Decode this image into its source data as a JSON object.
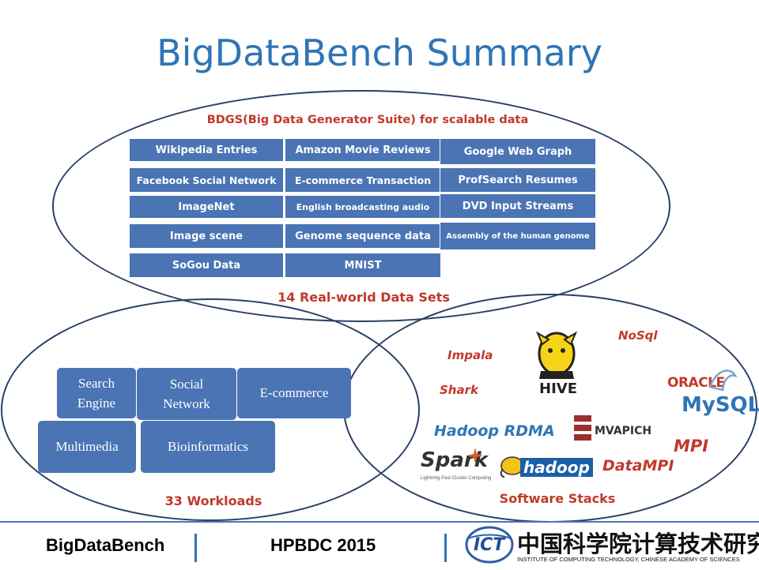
{
  "title": "BigDataBench Summary",
  "bdgs": {
    "caption": "BDGS(Big Data Generator Suite) for scalable data",
    "col1": [
      "Wikipedia Entries",
      "Facebook Social Network",
      "ImageNet",
      "Image scene",
      "SoGou Data"
    ],
    "col2": [
      "Amazon Movie Reviews",
      "E-commerce Transaction",
      "English broadcasting audio",
      "Genome sequence data",
      "MNIST"
    ],
    "col3": [
      "Google Web Graph",
      "ProfSearch Resumes",
      "DVD Input Streams",
      "Assembly of the human genome"
    ],
    "footer": "14 Real-world Data Sets"
  },
  "workloads": {
    "items": [
      "Search Engine",
      "Social Network",
      "E-commerce",
      "Multimedia",
      "Bioinformatics"
    ],
    "footer": "33 Workloads"
  },
  "software": {
    "labels": {
      "nosql": "NoSql",
      "impala": "Impala",
      "shark": "Shark",
      "hadoop_rdma": "Hadoop RDMA",
      "mpi": "MPI",
      "datampi": "DataMPI"
    },
    "logos": {
      "hive": "HIVE",
      "oracle": "ORACLE",
      "mysql": "MySQL",
      "mvapich": "MVAPICH",
      "spark": "Spark",
      "spark_tag": "Lightning-Fast Cluster Computing",
      "hadoop": "hadoop"
    },
    "footer": "Software Stacks"
  },
  "footer": {
    "left": "BigDataBench",
    "center": "HPBDC 2015",
    "logo_text": "ICT",
    "institute_cn": "中国科学院计算技术研究所",
    "institute_en": "INSTITUTE OF COMPUTING TECHNOLOGY, CHINESE ACADEMY OF SCIENCES"
  },
  "colors": {
    "title": "#2e75b6",
    "box": "#4a74b4",
    "label_red": "#c0392b",
    "ellipse": "#2a3f66"
  }
}
